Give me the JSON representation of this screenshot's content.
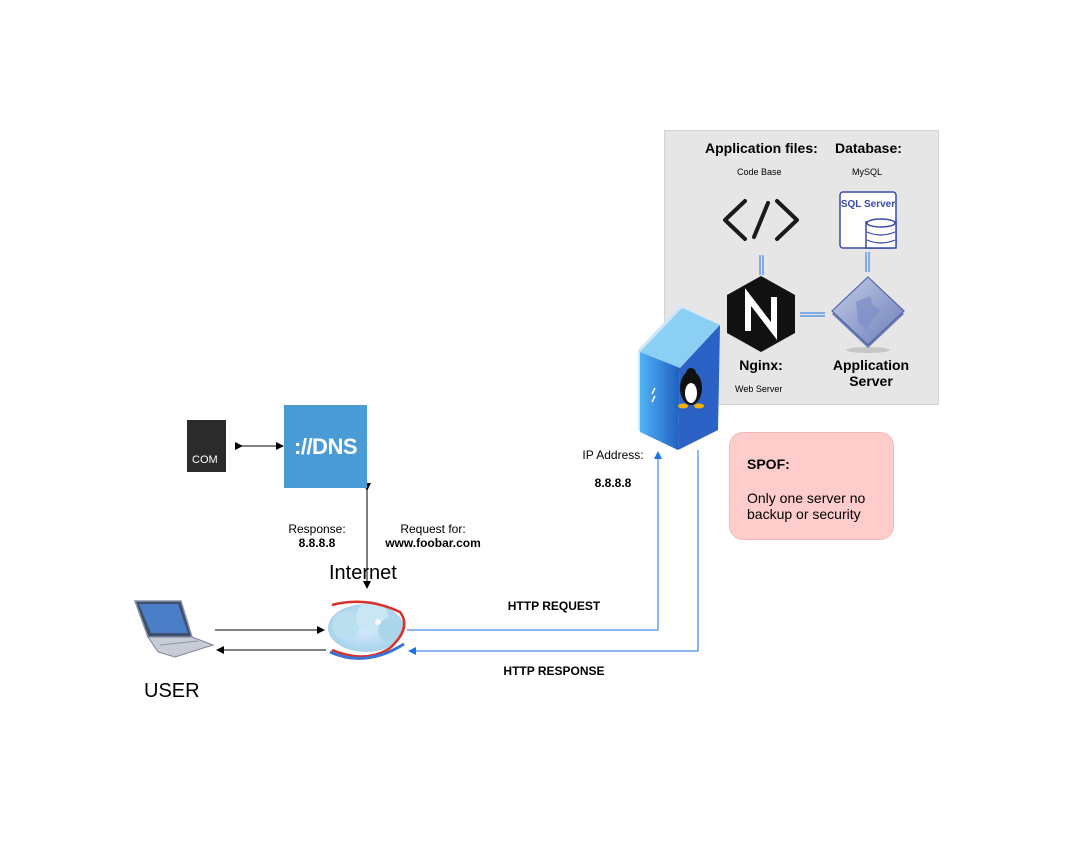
{
  "panel": {
    "app_files_header": "Application files:",
    "database_header": "Database:",
    "code_base_label": "Code Base",
    "mysql_label": "MySQL",
    "sql_server_text": "SQL Server",
    "nginx_label": "Nginx:",
    "web_server_label": "Web Server",
    "app_server_label": "Application Server",
    "nginx_letter": "N"
  },
  "server": {
    "ip_label": "IP Address:",
    "ip_value": "8.8.8.8"
  },
  "spof": {
    "title": "SPOF:",
    "text": "Only one server no backup or security"
  },
  "dns": {
    "text": "://DNS",
    "com_text": "COM"
  },
  "labels": {
    "response_label": "Response:",
    "response_value": "8.8.8.8",
    "request_label": "Request for:",
    "request_value": "www.foobar.com",
    "internet": "Internet",
    "user": "USER",
    "http_request": "HTTP REQUEST",
    "http_response": "HTTP RESPONSE"
  },
  "colors": {
    "panel_bg": "#e6e6e6",
    "spof_bg": "#ffcccc",
    "dns_blue": "#4a9ad6",
    "link_blue": "#1a73e8",
    "error_red": "#e0201b"
  }
}
